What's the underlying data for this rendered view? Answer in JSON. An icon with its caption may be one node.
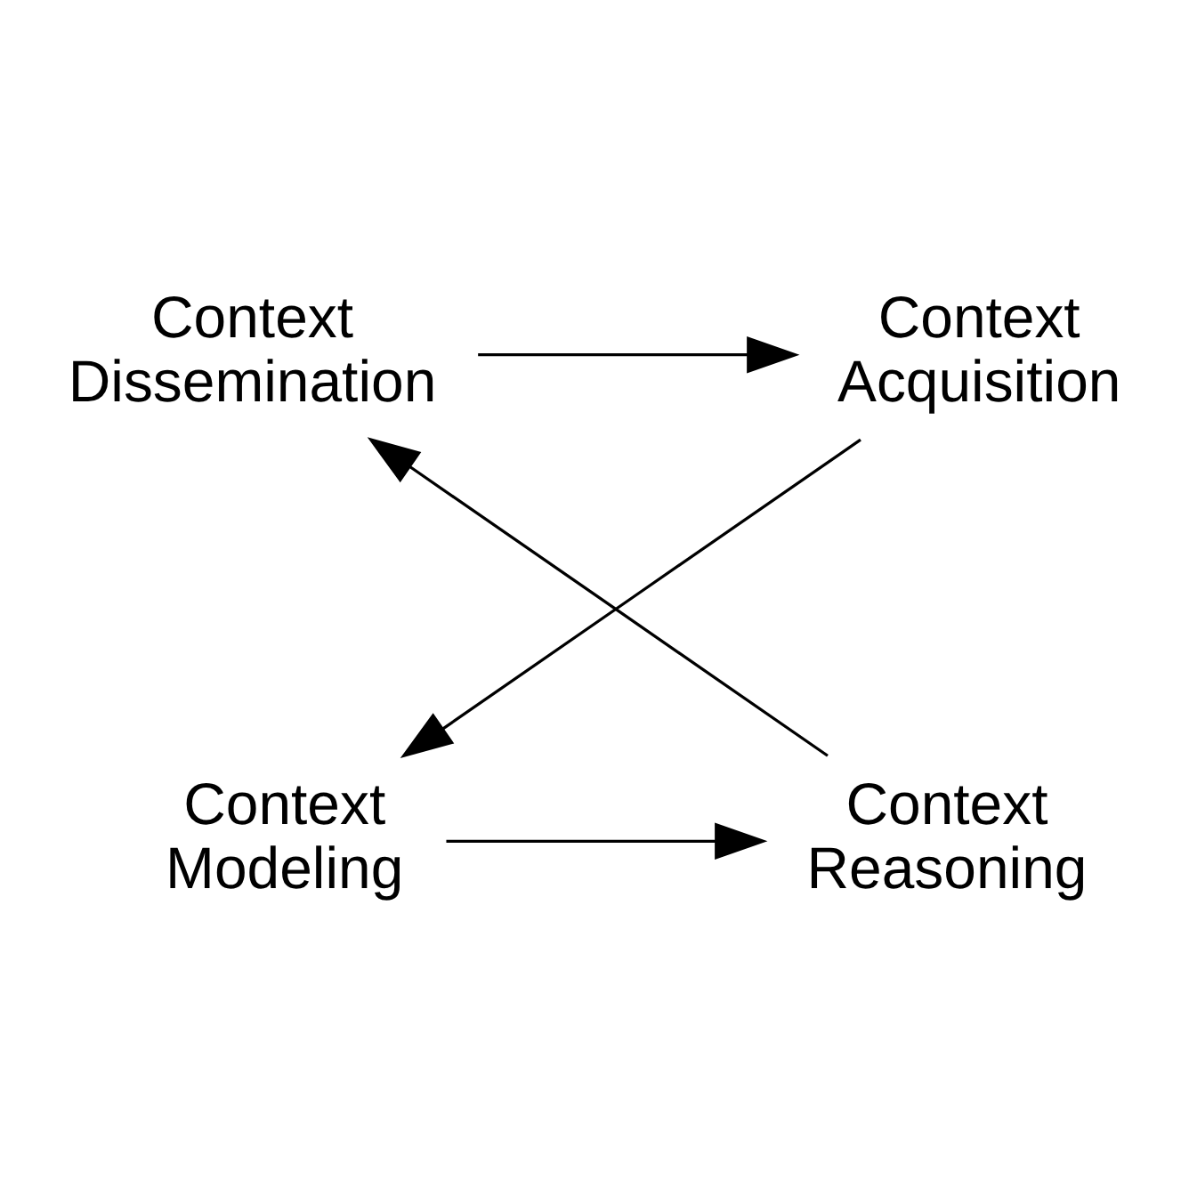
{
  "diagram": {
    "nodes": [
      {
        "text": [
          "Context Dissemination"
        ]
      },
      {
        "text": [
          "Context Acquisition"
        ]
      },
      {
        "text": [
          "Context Reasoning"
        ]
      },
      {
        "text": [
          "Context Modeling"
        ]
      }
    ],
    "edges": [
      {
        "from": 0,
        "to": 1,
        "arrow": "to"
      },
      {
        "from": 1,
        "to": 3,
        "arrow": "to"
      },
      {
        "from": 3,
        "to": 2,
        "arrow": "to"
      },
      {
        "from": 2,
        "to": 0,
        "arrow": "to"
      }
    ]
  }
}
